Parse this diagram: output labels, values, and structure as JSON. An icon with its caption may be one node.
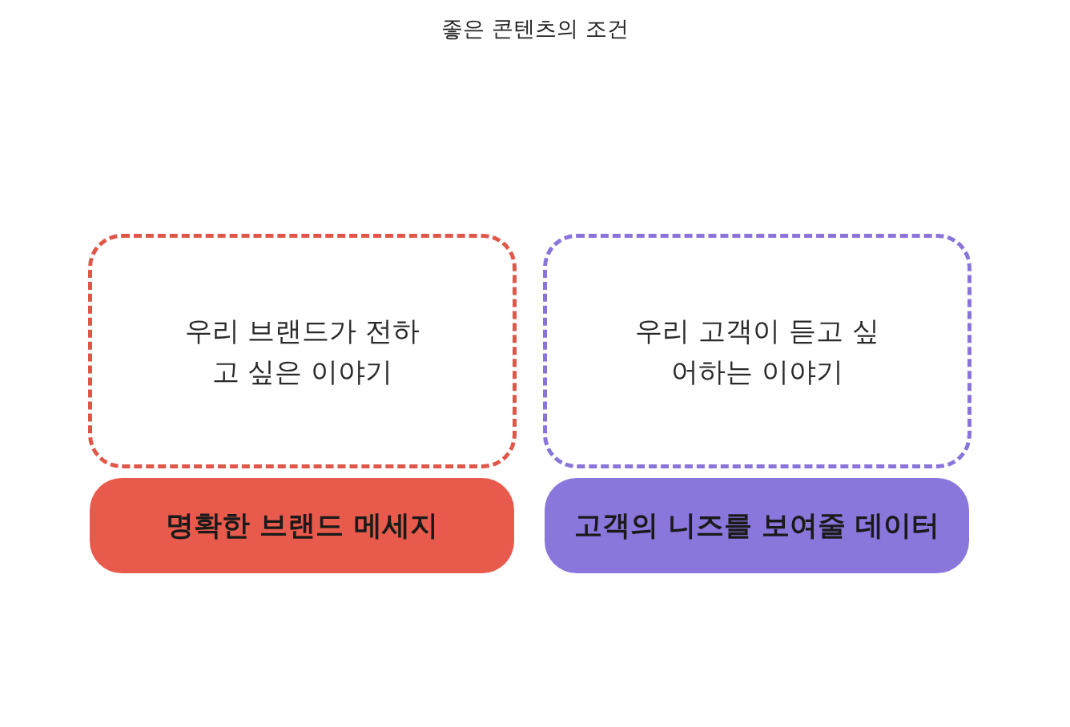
{
  "diagram": {
    "title": "좋은 콘텐츠의 조건",
    "nodes": [
      {
        "text": [
          "우리 브랜드가 전하고 싶은 이야기"
        ]
      },
      {
        "text": [
          "우리 고객이 듣고 싶어하는 이야기"
        ]
      },
      {
        "text": [
          "명확한 브랜드 메세지"
        ]
      },
      {
        "text": [
          "고객의 니즈를 보여줄 데이터"
        ]
      }
    ]
  }
}
